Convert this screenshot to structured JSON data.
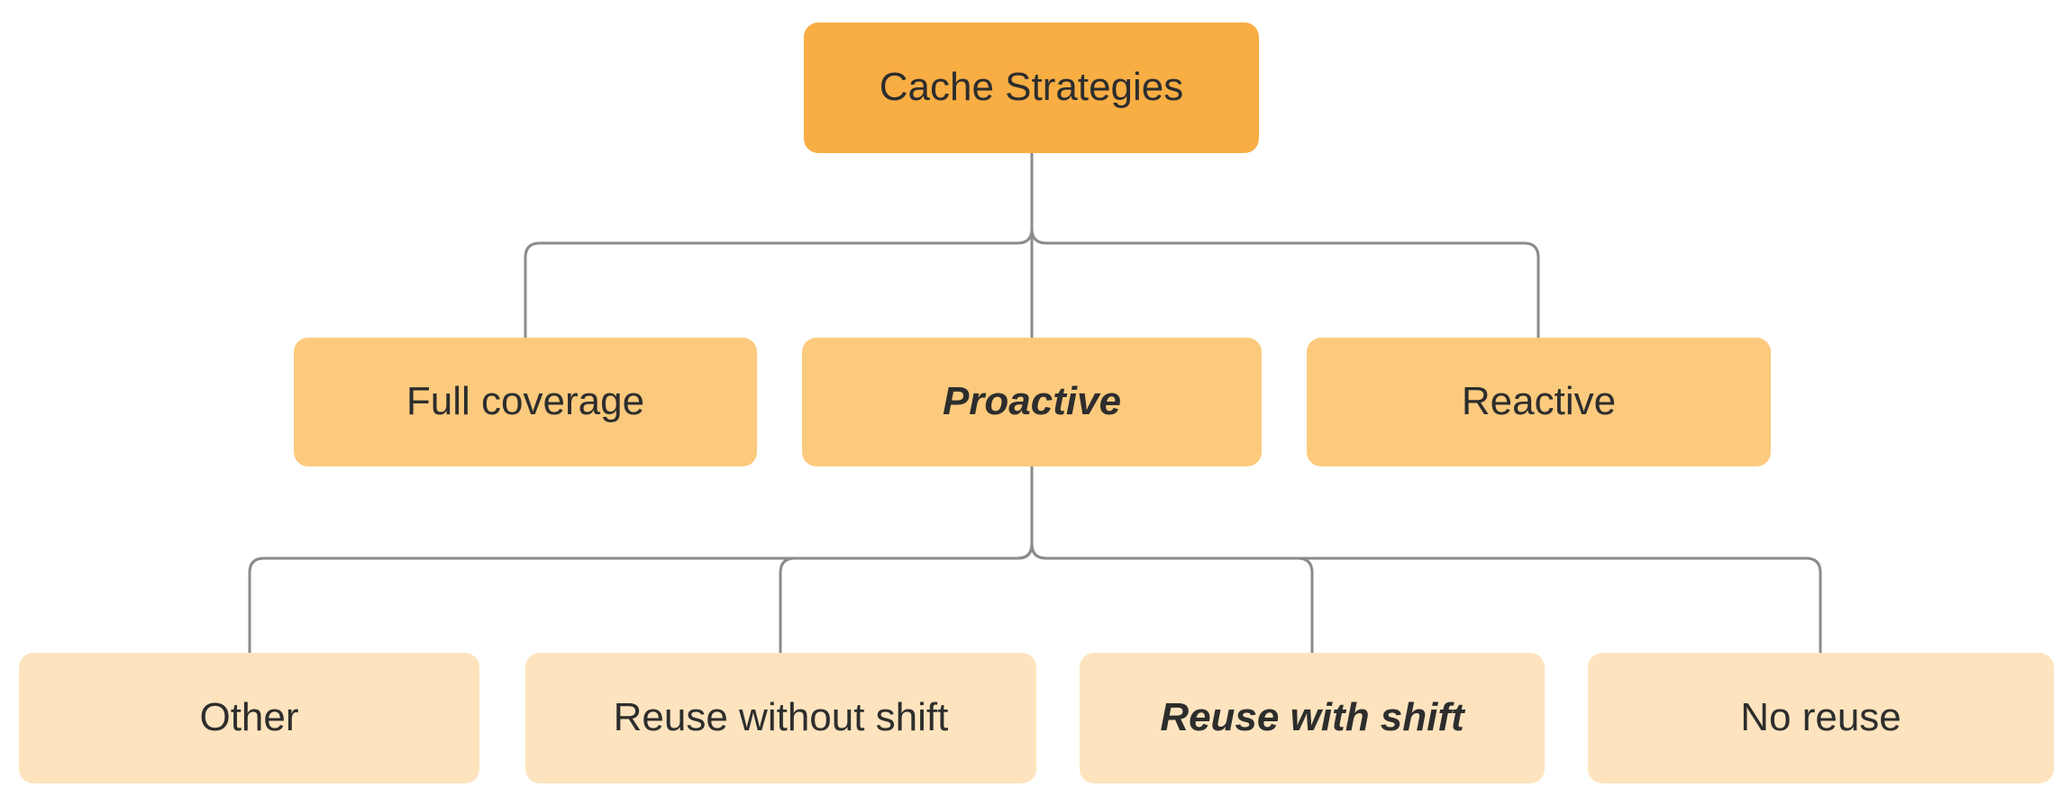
{
  "diagram": {
    "type": "tree",
    "root": {
      "label": "Cache Strategies",
      "emphasis": false
    },
    "level2": [
      {
        "label": "Full coverage",
        "emphasis": false
      },
      {
        "label": "Proactive",
        "emphasis": true
      },
      {
        "label": "Reactive",
        "emphasis": false
      }
    ],
    "level3": [
      {
        "label": "Other",
        "emphasis": false
      },
      {
        "label": "Reuse without shift",
        "emphasis": false
      },
      {
        "label": "Reuse with shift",
        "emphasis": true
      },
      {
        "label": "No reuse",
        "emphasis": false
      }
    ],
    "edges": [
      {
        "from": "Cache Strategies",
        "to": "Full coverage"
      },
      {
        "from": "Cache Strategies",
        "to": "Proactive"
      },
      {
        "from": "Cache Strategies",
        "to": "Reactive"
      },
      {
        "from": "Proactive",
        "to": "Other"
      },
      {
        "from": "Proactive",
        "to": "Reuse without shift"
      },
      {
        "from": "Proactive",
        "to": "Reuse with shift"
      },
      {
        "from": "Proactive",
        "to": "No reuse"
      }
    ],
    "colors": {
      "level1_fill": "#F9AE44",
      "level2_fill": "#FCCA7D",
      "level3_fill": "#FDE4BE",
      "connector": "#8B8B8B",
      "text": "#2D2D2D",
      "background": "#FFFFFF"
    }
  }
}
